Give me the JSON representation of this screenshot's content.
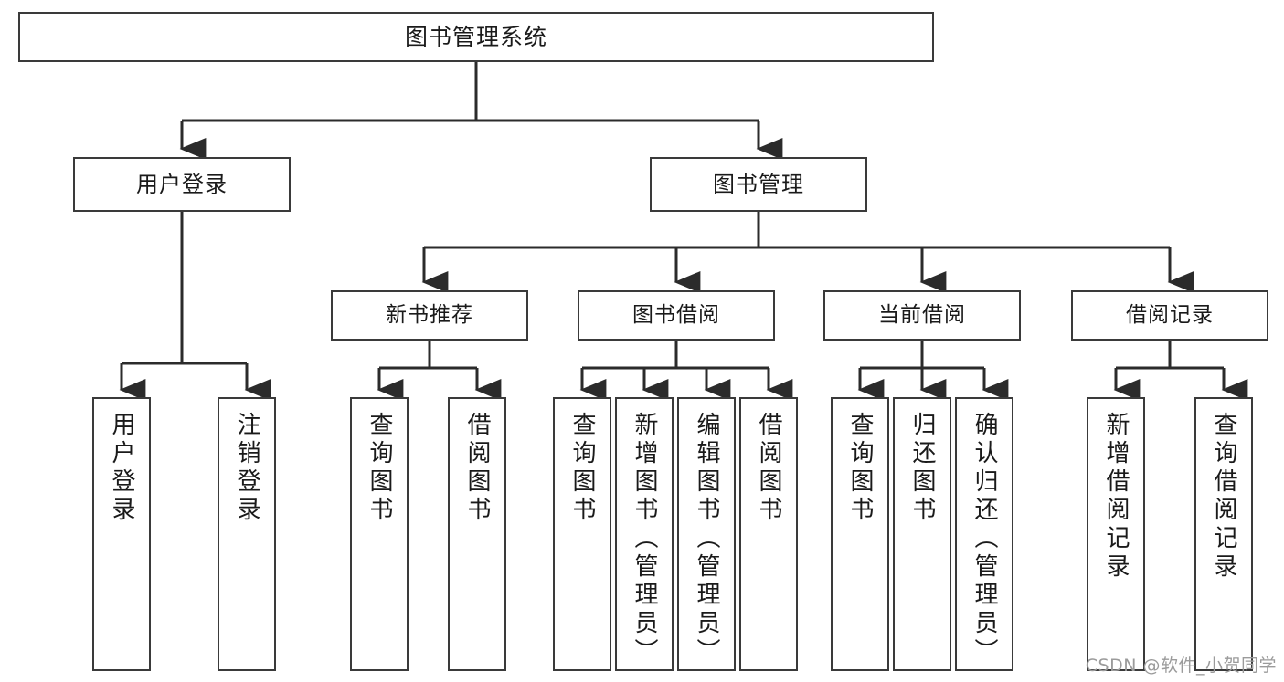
{
  "diagram": {
    "type": "tree-hierarchy",
    "title": "图书管理系统",
    "root": {
      "id": "root",
      "label": "图书管理系统"
    },
    "level2": [
      {
        "id": "user-login",
        "label": "用户登录"
      },
      {
        "id": "book-manage",
        "label": "图书管理"
      }
    ],
    "level3": [
      {
        "id": "new-book-rec",
        "label": "新书推荐",
        "parent": "book-manage"
      },
      {
        "id": "book-borrow",
        "label": "图书借阅",
        "parent": "book-manage"
      },
      {
        "id": "current-borrow",
        "label": "当前借阅",
        "parent": "book-manage"
      },
      {
        "id": "borrow-record",
        "label": "借阅记录",
        "parent": "book-manage"
      }
    ],
    "leaves": [
      {
        "id": "leaf-user-login",
        "label": "用户登录",
        "parent": "user-login"
      },
      {
        "id": "leaf-user-logout",
        "label": "注销登录",
        "parent": "user-login"
      },
      {
        "id": "leaf-query-book-1",
        "label": "查询图书",
        "parent": "new-book-rec"
      },
      {
        "id": "leaf-borrow-book-1",
        "label": "借阅图书",
        "parent": "new-book-rec"
      },
      {
        "id": "leaf-query-book-2",
        "label": "查询图书",
        "parent": "book-borrow"
      },
      {
        "id": "leaf-add-book",
        "label": "新增图书（管理员）",
        "parent": "book-borrow"
      },
      {
        "id": "leaf-edit-book",
        "label": "编辑图书（管理员）",
        "parent": "book-borrow"
      },
      {
        "id": "leaf-borrow-book-2",
        "label": "借阅图书",
        "parent": "book-borrow"
      },
      {
        "id": "leaf-query-book-3",
        "label": "查询图书",
        "parent": "current-borrow"
      },
      {
        "id": "leaf-return-book",
        "label": "归还图书",
        "parent": "current-borrow"
      },
      {
        "id": "leaf-confirm-return",
        "label": "确认归还（管理员）",
        "parent": "current-borrow"
      },
      {
        "id": "leaf-add-record",
        "label": "新增借阅记录",
        "parent": "borrow-record"
      },
      {
        "id": "leaf-query-record",
        "label": "查询借阅记录",
        "parent": "borrow-record"
      }
    ],
    "colors": {
      "border": "#3a3a3a",
      "text": "#1a1a1a",
      "background": "#ffffff",
      "connector": "#2b2b2b",
      "watermark": "#9b9b9b"
    }
  },
  "watermark": {
    "text": "CSDN @软件_小贺同学"
  }
}
